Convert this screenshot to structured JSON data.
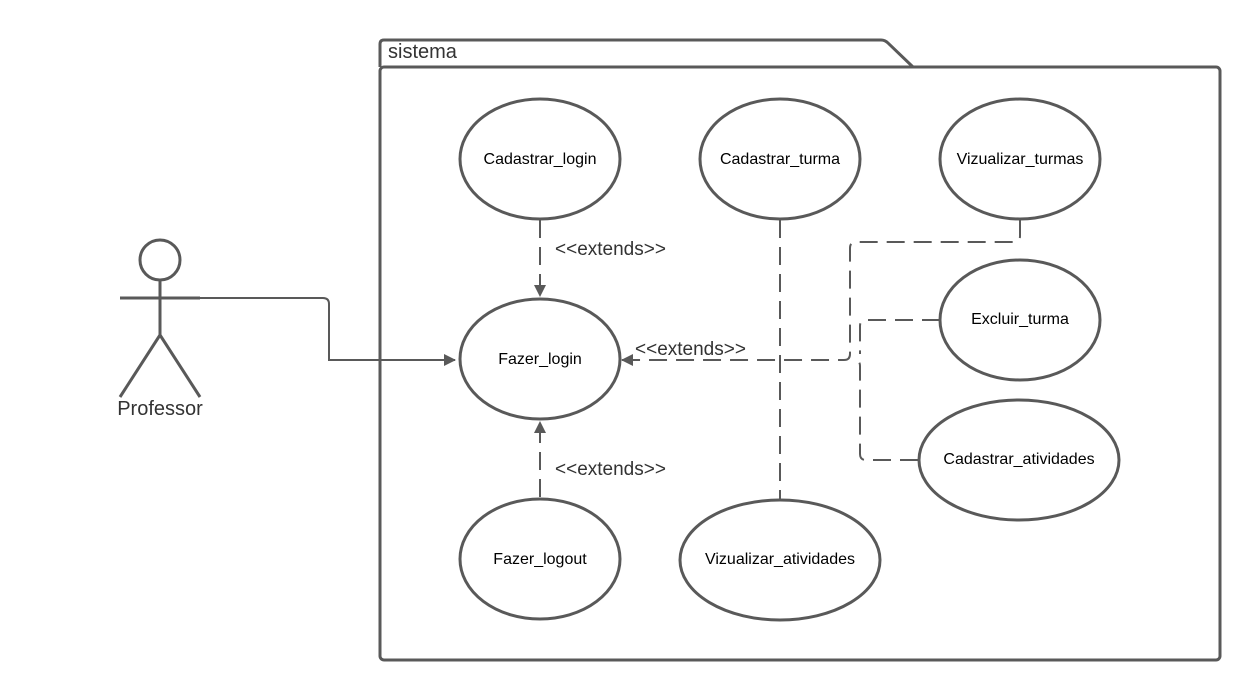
{
  "package": {
    "label": "sistema"
  },
  "actor": {
    "name": "Professor"
  },
  "use_cases": {
    "cadastrar_login": "Cadastrar_login",
    "cadastrar_turma": "Cadastrar_turma",
    "vizualizar_turmas": "Vizualizar_turmas",
    "fazer_login": "Fazer_login",
    "excluir_turma": "Excluir_turma",
    "cadastrar_atividades": "Cadastrar_atividades",
    "fazer_logout": "Fazer_logout",
    "vizualizar_atividades": "Vizualizar_atividades"
  },
  "relations": {
    "extends_top": "<<extends>>",
    "extends_middle": "<<extends>>",
    "extends_bottom": "<<extends>>"
  },
  "colors": {
    "line": "#595959",
    "text": "#333333",
    "background": "#ffffff"
  }
}
